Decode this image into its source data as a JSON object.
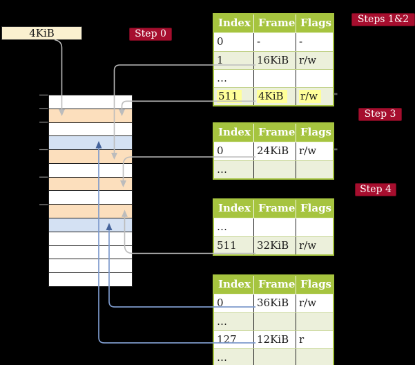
{
  "palette": {
    "background": "#000000",
    "crimson": "#A60E2E",
    "cream": "#FAF0D0",
    "table_green": "#A6C43F",
    "row_tint": "#ECF0DB",
    "orange": "#FCDFBD",
    "blue": "#D4E1F3",
    "highlight": "#FFFF99",
    "gray_line": "#BCBCBC",
    "blue_line": "#7D9ACC",
    "blue_arrow": "#44639B",
    "text_dark": "#1A1A1A"
  },
  "frame_box": {
    "label": "4KiB"
  },
  "step_labels": [
    {
      "text": "Step 0"
    },
    {
      "text": "Steps 1&2"
    },
    {
      "text": "Step 3"
    },
    {
      "text": "Step 4"
    }
  ],
  "memory_strip": {
    "rows": [
      "white",
      "orange",
      "white",
      "blue",
      "orange",
      "white",
      "orange",
      "white",
      "orange",
      "blue",
      "white",
      "white",
      "white",
      "white"
    ]
  },
  "tables": [
    {
      "title": "page-table-steps-1-2",
      "headers": [
        "Index",
        "Frame",
        "Flags"
      ],
      "rows": [
        {
          "cells": [
            "0",
            "-",
            "-"
          ]
        },
        {
          "cells": [
            "1",
            "16KiB",
            "r/w"
          ]
        },
        {
          "cells": [
            "…",
            "",
            ""
          ]
        },
        {
          "cells": [
            "511",
            "4KiB",
            "r/w"
          ],
          "highlight": true
        }
      ]
    },
    {
      "title": "page-table-step-3",
      "headers": [
        "Index",
        "Frame",
        "Flags"
      ],
      "rows": [
        {
          "cells": [
            "0",
            "24KiB",
            "r/w"
          ]
        },
        {
          "cells": [
            "…",
            "",
            ""
          ]
        }
      ]
    },
    {
      "title": "page-table-step-4-upper",
      "headers": [
        "Index",
        "Frame",
        "Flags"
      ],
      "rows": [
        {
          "cells": [
            "…",
            "",
            ""
          ]
        },
        {
          "cells": [
            "511",
            "32KiB",
            "r/w"
          ]
        }
      ]
    },
    {
      "title": "page-table-step-4-lower",
      "headers": [
        "Index",
        "Frame",
        "Flags"
      ],
      "rows": [
        {
          "cells": [
            "0",
            "36KiB",
            "r/w"
          ]
        },
        {
          "cells": [
            "…",
            "",
            ""
          ]
        },
        {
          "cells": [
            "127",
            "12KiB",
            "r"
          ]
        },
        {
          "cells": [
            "…",
            "",
            ""
          ]
        }
      ]
    }
  ]
}
